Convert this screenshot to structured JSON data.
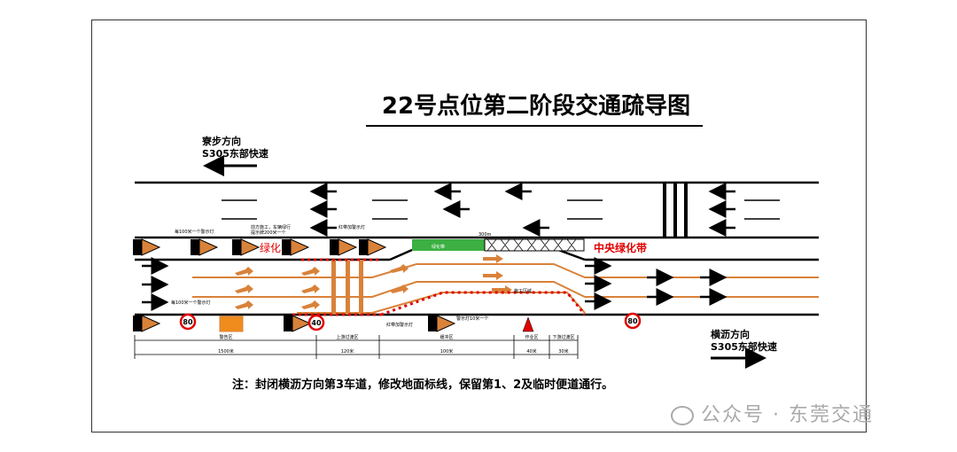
{
  "title": "22号点位第二阶段交通疏导图",
  "direction_left": {
    "line1": "寮步方向",
    "line2": "S305东部快速"
  },
  "direction_right": {
    "line1": "横沥方向",
    "line2": "S305东部快速"
  },
  "median_labels": {
    "green_left": "绿化带",
    "center": "中央绿化带",
    "green_small": "绿化",
    "length": "300m"
  },
  "annotations": {
    "lamp_top": "每100米一个警示灯",
    "notice": "前方施工，车辆绿行",
    "notice2": "提示牌200米一个",
    "red_band_top": "红带加警示灯",
    "lamp_bottom": "每100米一个警示灯",
    "red_band_bottom": "红带加警示灯",
    "lamp_mid": "警示灯10米一个",
    "work_sign": "施工区域"
  },
  "speed_signs": [
    "80",
    "40",
    "80"
  ],
  "zones": [
    "警告区",
    "上游过渡区",
    "缓冲区",
    "作业区",
    "下游过渡区"
  ],
  "distances": [
    "1500米",
    "120米",
    "100米",
    "40米",
    "30米"
  ],
  "note": "注：封闭横沥方向第3车道，修改地面标线，保留第1、2及临时便道通行。",
  "watermark": "公众号 · 东莞交通",
  "colors": {
    "orange": "#d9823a",
    "green": "#3cb043",
    "red": "#e00000"
  }
}
